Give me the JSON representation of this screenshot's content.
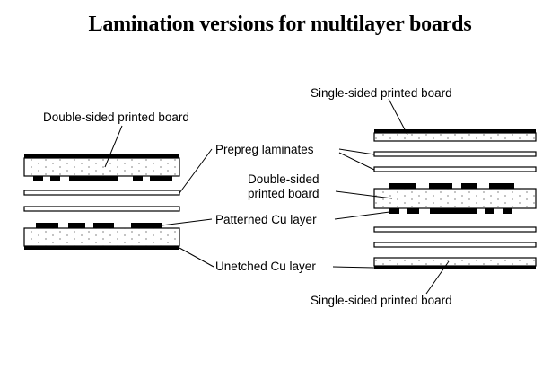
{
  "title": "Lamination versions for multilayer boards",
  "left_stack": {
    "label_top": "Double-sided printed board"
  },
  "callouts": {
    "prepreg": "Prepreg laminates",
    "double_line1": "Double-sided",
    "double_line2": "printed board",
    "patterned_cu": "Patterned Cu layer",
    "unetched_cu": "Unetched Cu layer"
  },
  "right_stack": {
    "label_top": "Single-sided printed board",
    "label_bottom": "Single-sided printed board"
  },
  "colors": {
    "ink": "#000000",
    "background": "#ffffff"
  }
}
